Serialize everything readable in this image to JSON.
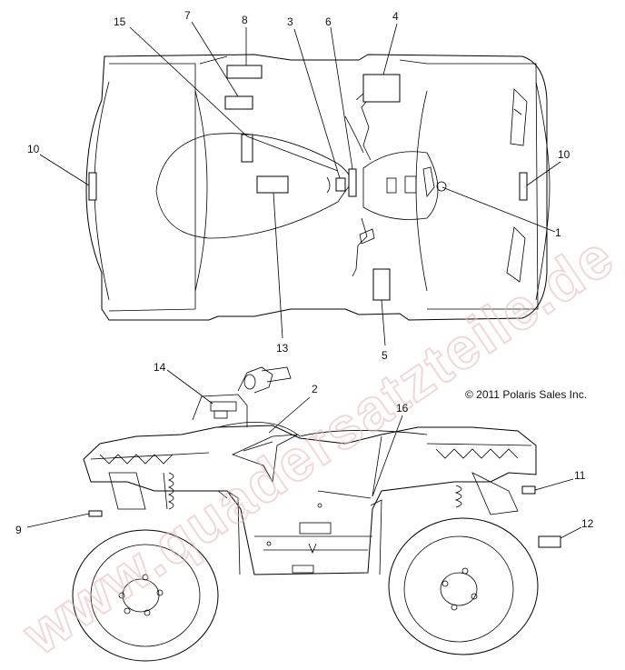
{
  "watermark": "www.quadersatzteile.de",
  "copyright": "© 2011 Polaris Sales Inc.",
  "callouts": [
    "1",
    "2",
    "3",
    "4",
    "5",
    "6",
    "7",
    "8",
    "9",
    "10",
    "10",
    "11",
    "12",
    "13",
    "14",
    "15",
    "16"
  ]
}
